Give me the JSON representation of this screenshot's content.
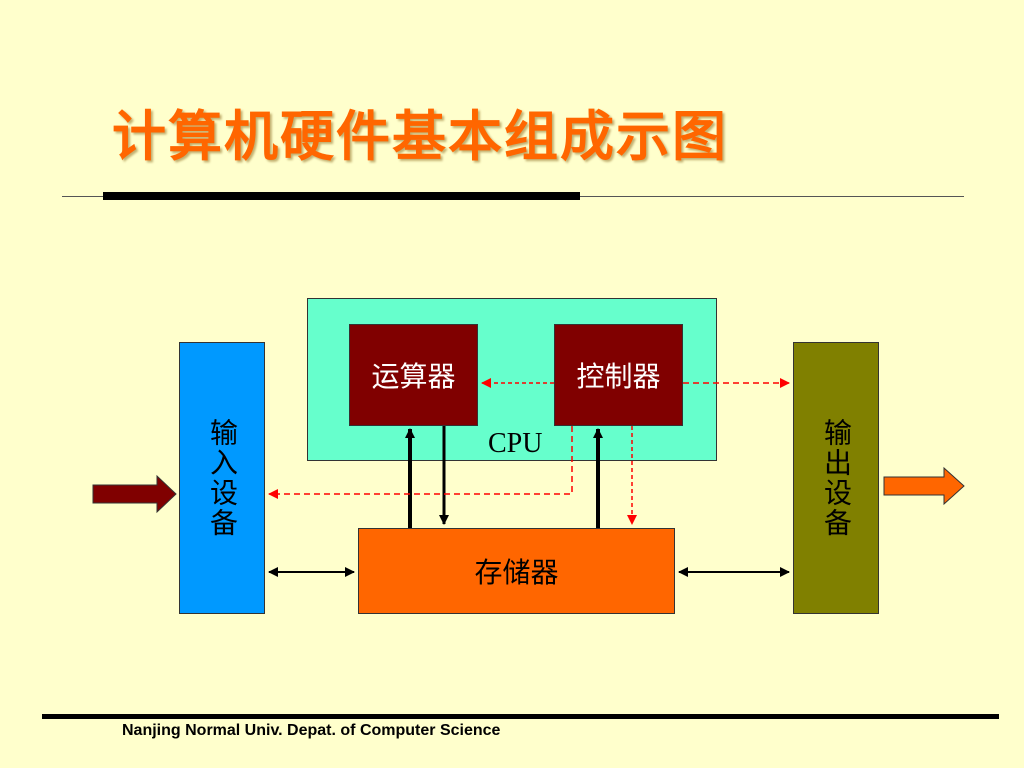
{
  "title": "计算机硬件基本组成示图",
  "diagram": {
    "cpu_label": "CPU",
    "alu": "运算器",
    "control_unit": "控制器",
    "input_device": "输入设备",
    "output_device": "输出设备",
    "memory": "存储器"
  },
  "colors": {
    "background": "#FFFFCC",
    "title": "#FF6600",
    "cpu": "#66FFCC",
    "alu": "#800000",
    "control_unit": "#800000",
    "input_device": "#0099FF",
    "output_device": "#808000",
    "memory": "#FF6600",
    "control_signal": "#FF0000"
  },
  "footer": "Nanjing Normal Univ. Depat. of Computer Science"
}
